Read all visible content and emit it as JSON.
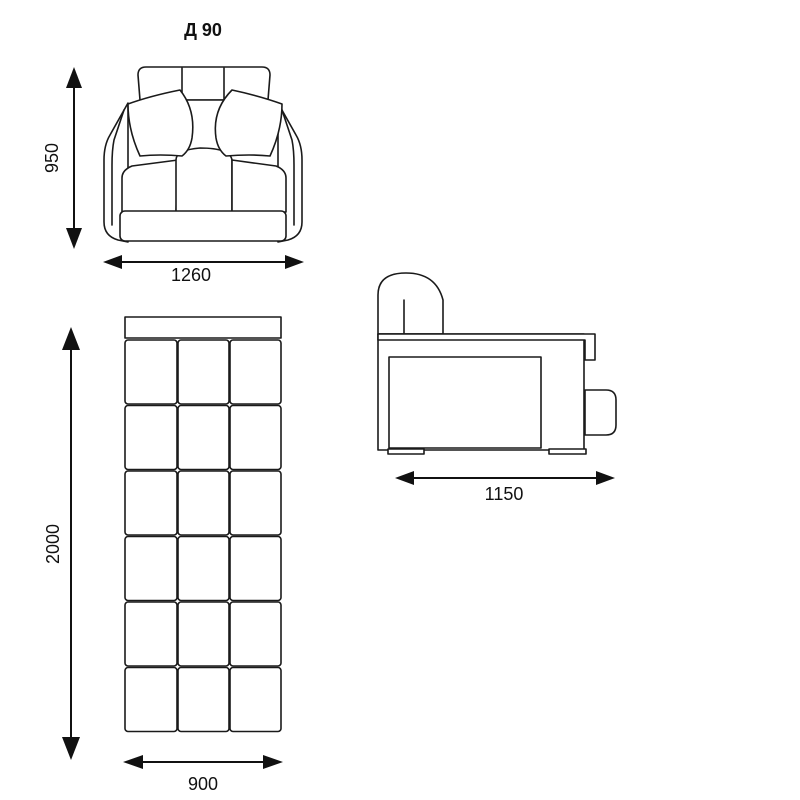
{
  "title": "Д 90",
  "dimensions": {
    "front_height": "950",
    "front_width": "1260",
    "bed_length": "2000",
    "bed_width": "900",
    "side_depth": "1150"
  },
  "views": {
    "front": "armchair-front-view-drawing",
    "top": "unfolded-bed-top-view-drawing",
    "side": "armchair-side-view-drawing"
  }
}
